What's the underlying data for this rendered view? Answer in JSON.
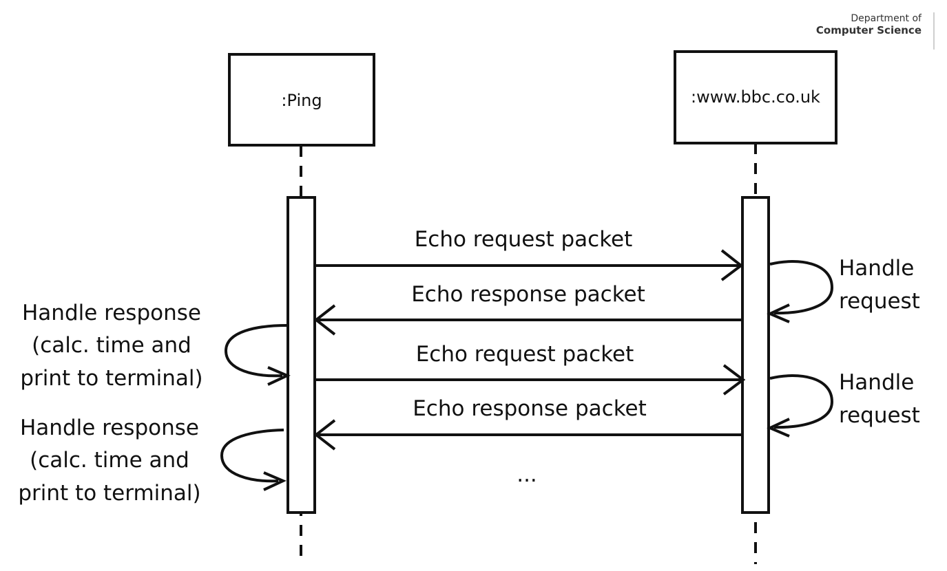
{
  "header": {
    "dept_line1": "Department of",
    "dept_line2": "Computer Science"
  },
  "objects": {
    "ping": ":Ping",
    "server": ":www.bbc.co.uk"
  },
  "messages": {
    "request1": "Echo request packet",
    "response1": "Echo response packet",
    "request2": "Echo request packet",
    "response2": "Echo response packet",
    "ellipsis": "..."
  },
  "server_notes": {
    "handle1_line1": "Handle",
    "handle1_line2": "request",
    "handle2_line1": "Handle",
    "handle2_line2": "request"
  },
  "client_notes": {
    "resp1_line1": "Handle response",
    "resp1_line2": "(calc. time and",
    "resp1_line3": "print to terminal)",
    "resp2_line1": "Handle response",
    "resp2_line2": "(calc. time and",
    "resp2_line3": "print to terminal)"
  }
}
